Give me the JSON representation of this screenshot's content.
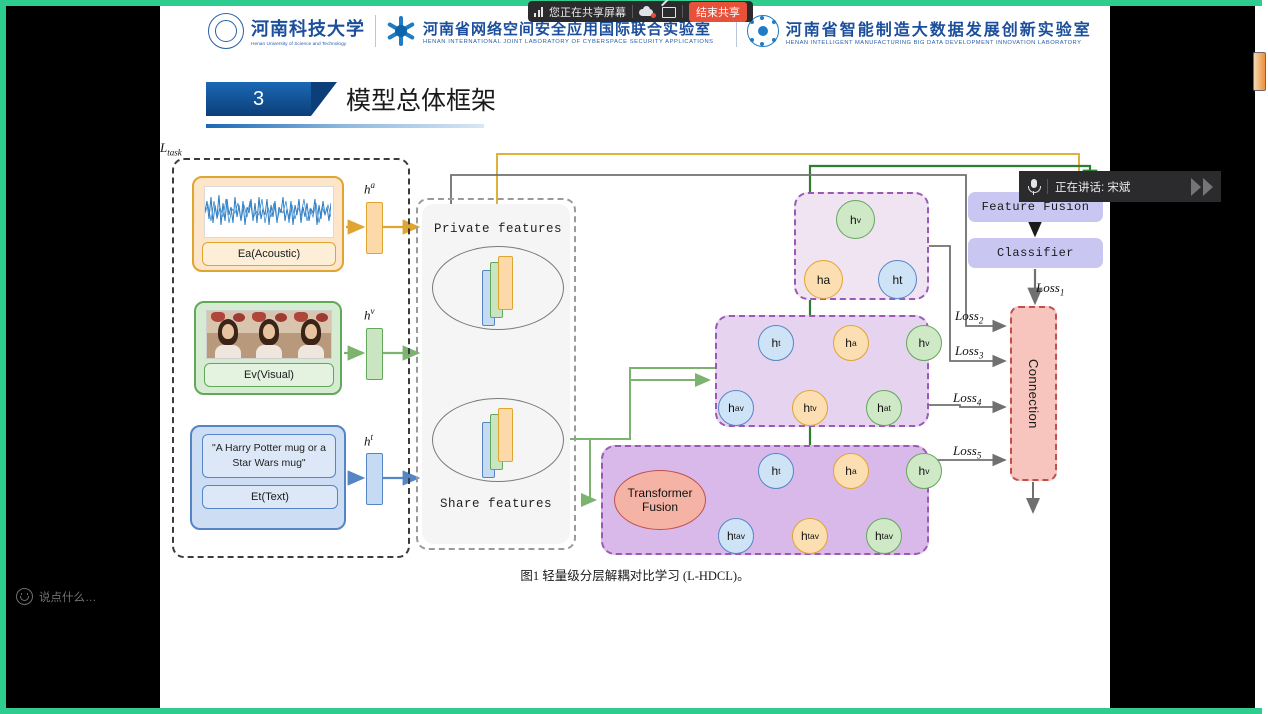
{
  "meta": {
    "colors": {
      "share_frame_green": "#2ecc8f",
      "end_share_red": "#e8503a",
      "accent_blue": "#1a68b5",
      "acoustic_orange": "#e0a430",
      "visual_green": "#63a75b",
      "text_blue": "#5585c4",
      "purple_box": "#9b59b6",
      "connection_red": "#c0504d",
      "fusion_lavender": "#c9c7f2",
      "scrollbar_orange": "#ef8f3c"
    }
  },
  "share_toolbar": {
    "signal_icon": "signal-bars-icon",
    "status_text": "您正在共享屏幕",
    "cloud_icon": "cloud-record-icon",
    "stop_video_icon": "screen-share-off-icon",
    "end_button": "结束共享"
  },
  "speaker_chip": {
    "mic_icon": "microphone-icon",
    "text": "正在讲话: 宋斌",
    "chevron_icon": "double-chevron-right-icon"
  },
  "chat_entry": {
    "emoji_icon": "smiley-icon",
    "placeholder": "说点什么…"
  },
  "slide": {
    "logos": [
      {
        "icon": "university-seal-icon",
        "cn": "河南科技大学",
        "en": "Henan University of Science and Technology",
        "cn_size": "18px",
        "en_size": "5px"
      },
      {
        "icon": "snowflake-lab-icon",
        "cn": "河南省网络空间安全应用国际联合实验室",
        "en": "HENAN INTERNATIONAL JOINT LABORATORY OF CYBERSPACE SECURITY APPLICATIONS",
        "cn_size": "15px",
        "en_size": "6px"
      },
      {
        "icon": "network-node-lab-icon",
        "cn": "河南省智能制造大数据发展创新实验室",
        "en": "HENAN INTELLIGENT MANUFACTURING BIG DATA DEVELOPMENT INNOVATION LABORATORY",
        "cn_size": "16px",
        "en_size": "6px"
      }
    ],
    "section": {
      "number": "3",
      "title": "模型总体框架"
    },
    "caption": "图1 轻量级分层解耦对比学习 (L-HDCL)。"
  },
  "figure": {
    "inputs": [
      {
        "modality": "acoustic",
        "media_icon": "audio-waveform-icon",
        "label": "Ea(Acoustic)",
        "hidden_state": "h",
        "hidden_sup": "a"
      },
      {
        "modality": "visual",
        "media_icon": "video-frames-icon",
        "label": "Ev(Visual)",
        "hidden_state": "h",
        "hidden_sup": "v"
      },
      {
        "modality": "text",
        "media_icon": "text-quote-icon",
        "quote": "\"A Harry Potter mug or a Star Wars mug\"",
        "label": "Et(Text)",
        "hidden_state": "h",
        "hidden_sup": "t"
      }
    ],
    "features_panel": {
      "private_title": "Private features",
      "share_title": "Share features",
      "exchange_icon": "double-arrow-vertical-icon"
    },
    "node_group_1": {
      "nodes": [
        {
          "id": "hv",
          "base": "h",
          "sub": "v",
          "color": "green"
        },
        {
          "id": "ha",
          "base": "ha",
          "sub": "",
          "color": "orange"
        },
        {
          "id": "ht",
          "base": "ht",
          "sub": "",
          "color": "blue"
        }
      ]
    },
    "node_group_2": {
      "nodes": [
        {
          "base": "h",
          "sub": "t",
          "color": "blue"
        },
        {
          "base": "h",
          "sub": "a",
          "color": "orange"
        },
        {
          "base": "h",
          "sub": "v",
          "color": "green"
        },
        {
          "base": "h",
          "sub": "av",
          "color": "blue"
        },
        {
          "base": "h",
          "sub": "tv",
          "color": "orange"
        },
        {
          "base": "h",
          "sub": "at",
          "color": "green"
        }
      ]
    },
    "node_group_3": {
      "transformer": "Transformer\nFusion",
      "transformer_line1": "Transformer",
      "transformer_line2": "Fusion",
      "arrow_icon": "block-arrow-right-icon",
      "nodes": [
        {
          "base": "h",
          "sub": "t",
          "color": "blue"
        },
        {
          "base": "h",
          "sub": "a",
          "color": "orange"
        },
        {
          "base": "h",
          "sub": "v",
          "color": "green"
        },
        {
          "base": "h",
          "sub": "tav",
          "color": "blue"
        },
        {
          "base": "h",
          "sub": "tav",
          "color": "orange"
        },
        {
          "base": "h",
          "sub": "tav",
          "color": "green"
        }
      ]
    },
    "right_column": {
      "feature_fusion": "Feature Fusion",
      "classifier": "Classifier",
      "connection": "Connection",
      "losses": [
        {
          "base": "Loss",
          "sub": "1"
        },
        {
          "base": "Loss",
          "sub": "2"
        },
        {
          "base": "Loss",
          "sub": "3"
        },
        {
          "base": "Loss",
          "sub": "4"
        },
        {
          "base": "Loss",
          "sub": "5"
        }
      ],
      "task_loss_base": "L",
      "task_loss_sub": "task"
    }
  }
}
